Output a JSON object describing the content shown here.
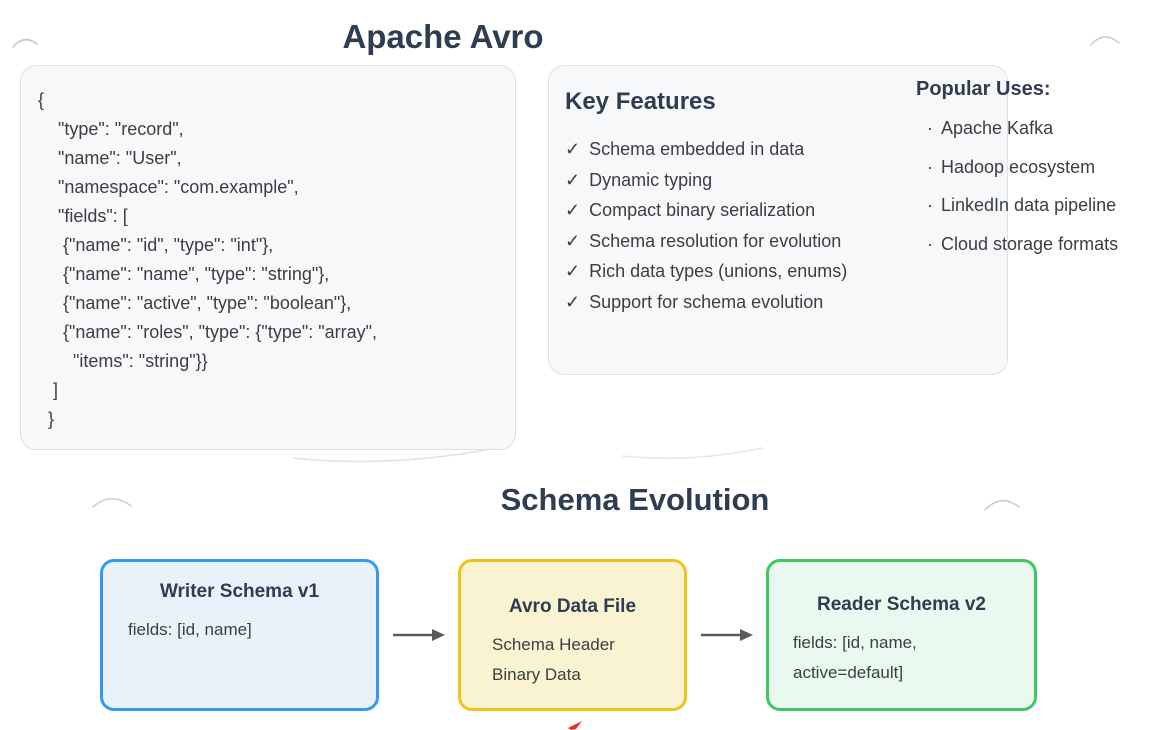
{
  "page": {
    "title": "Apache Avro",
    "evolution_title": "Schema Evolution"
  },
  "schema_code": {
    "lines": [
      "{",
      "    \"type\": \"record\",",
      "    \"name\": \"User\",",
      "    \"namespace\": \"com.example\",",
      "    \"fields\": [",
      "     {\"name\": \"id\", \"type\": \"int\"},",
      "     {\"name\": \"name\", \"type\": \"string\"},",
      "     {\"name\": \"active\", \"type\": \"boolean\"},",
      "     {\"name\": \"roles\", \"type\": {\"type\": \"array\",",
      "       \"items\": \"string\"}}",
      "   ]",
      "  }"
    ]
  },
  "key_features": {
    "title": "Key Features",
    "check_icon": "✓",
    "items": [
      "Schema embedded in data",
      "Dynamic typing",
      "Compact binary serialization",
      "Schema resolution for evolution",
      "Rich data types (unions, enums)",
      "Support for schema evolution"
    ]
  },
  "popular_uses": {
    "title": "Popular Uses:",
    "bullet": "·",
    "items": [
      "Apache Kafka",
      "Hadoop ecosystem",
      "LinkedIn data pipeline",
      "Cloud storage formats"
    ]
  },
  "evolution": {
    "title": "Schema Evolution",
    "boxes": [
      {
        "title": "Writer Schema v1",
        "lines": [
          "fields: [id, name]"
        ],
        "border_color": "#339af0",
        "background": "#e9f2fb"
      },
      {
        "title": "Avro Data File",
        "lines": [
          "Schema Header",
          "Binary Data"
        ],
        "border_color": "#f0c21c",
        "background": "#faf3d2"
      },
      {
        "title": "Reader Schema v2",
        "lines": [
          "fields: [id, name,",
          "active=default]"
        ],
        "border_color": "#40c763",
        "background": "#e9f9ef"
      }
    ]
  },
  "colors": {
    "heading_text": "#2e3d51",
    "body_text": "#3b3e42",
    "panel_background": "#f7f8f9",
    "panel_border": "#dde1e6",
    "arrow": "#5a5a5a",
    "sketch_line": "#cdcdcd",
    "red_mark": "#e03131"
  }
}
